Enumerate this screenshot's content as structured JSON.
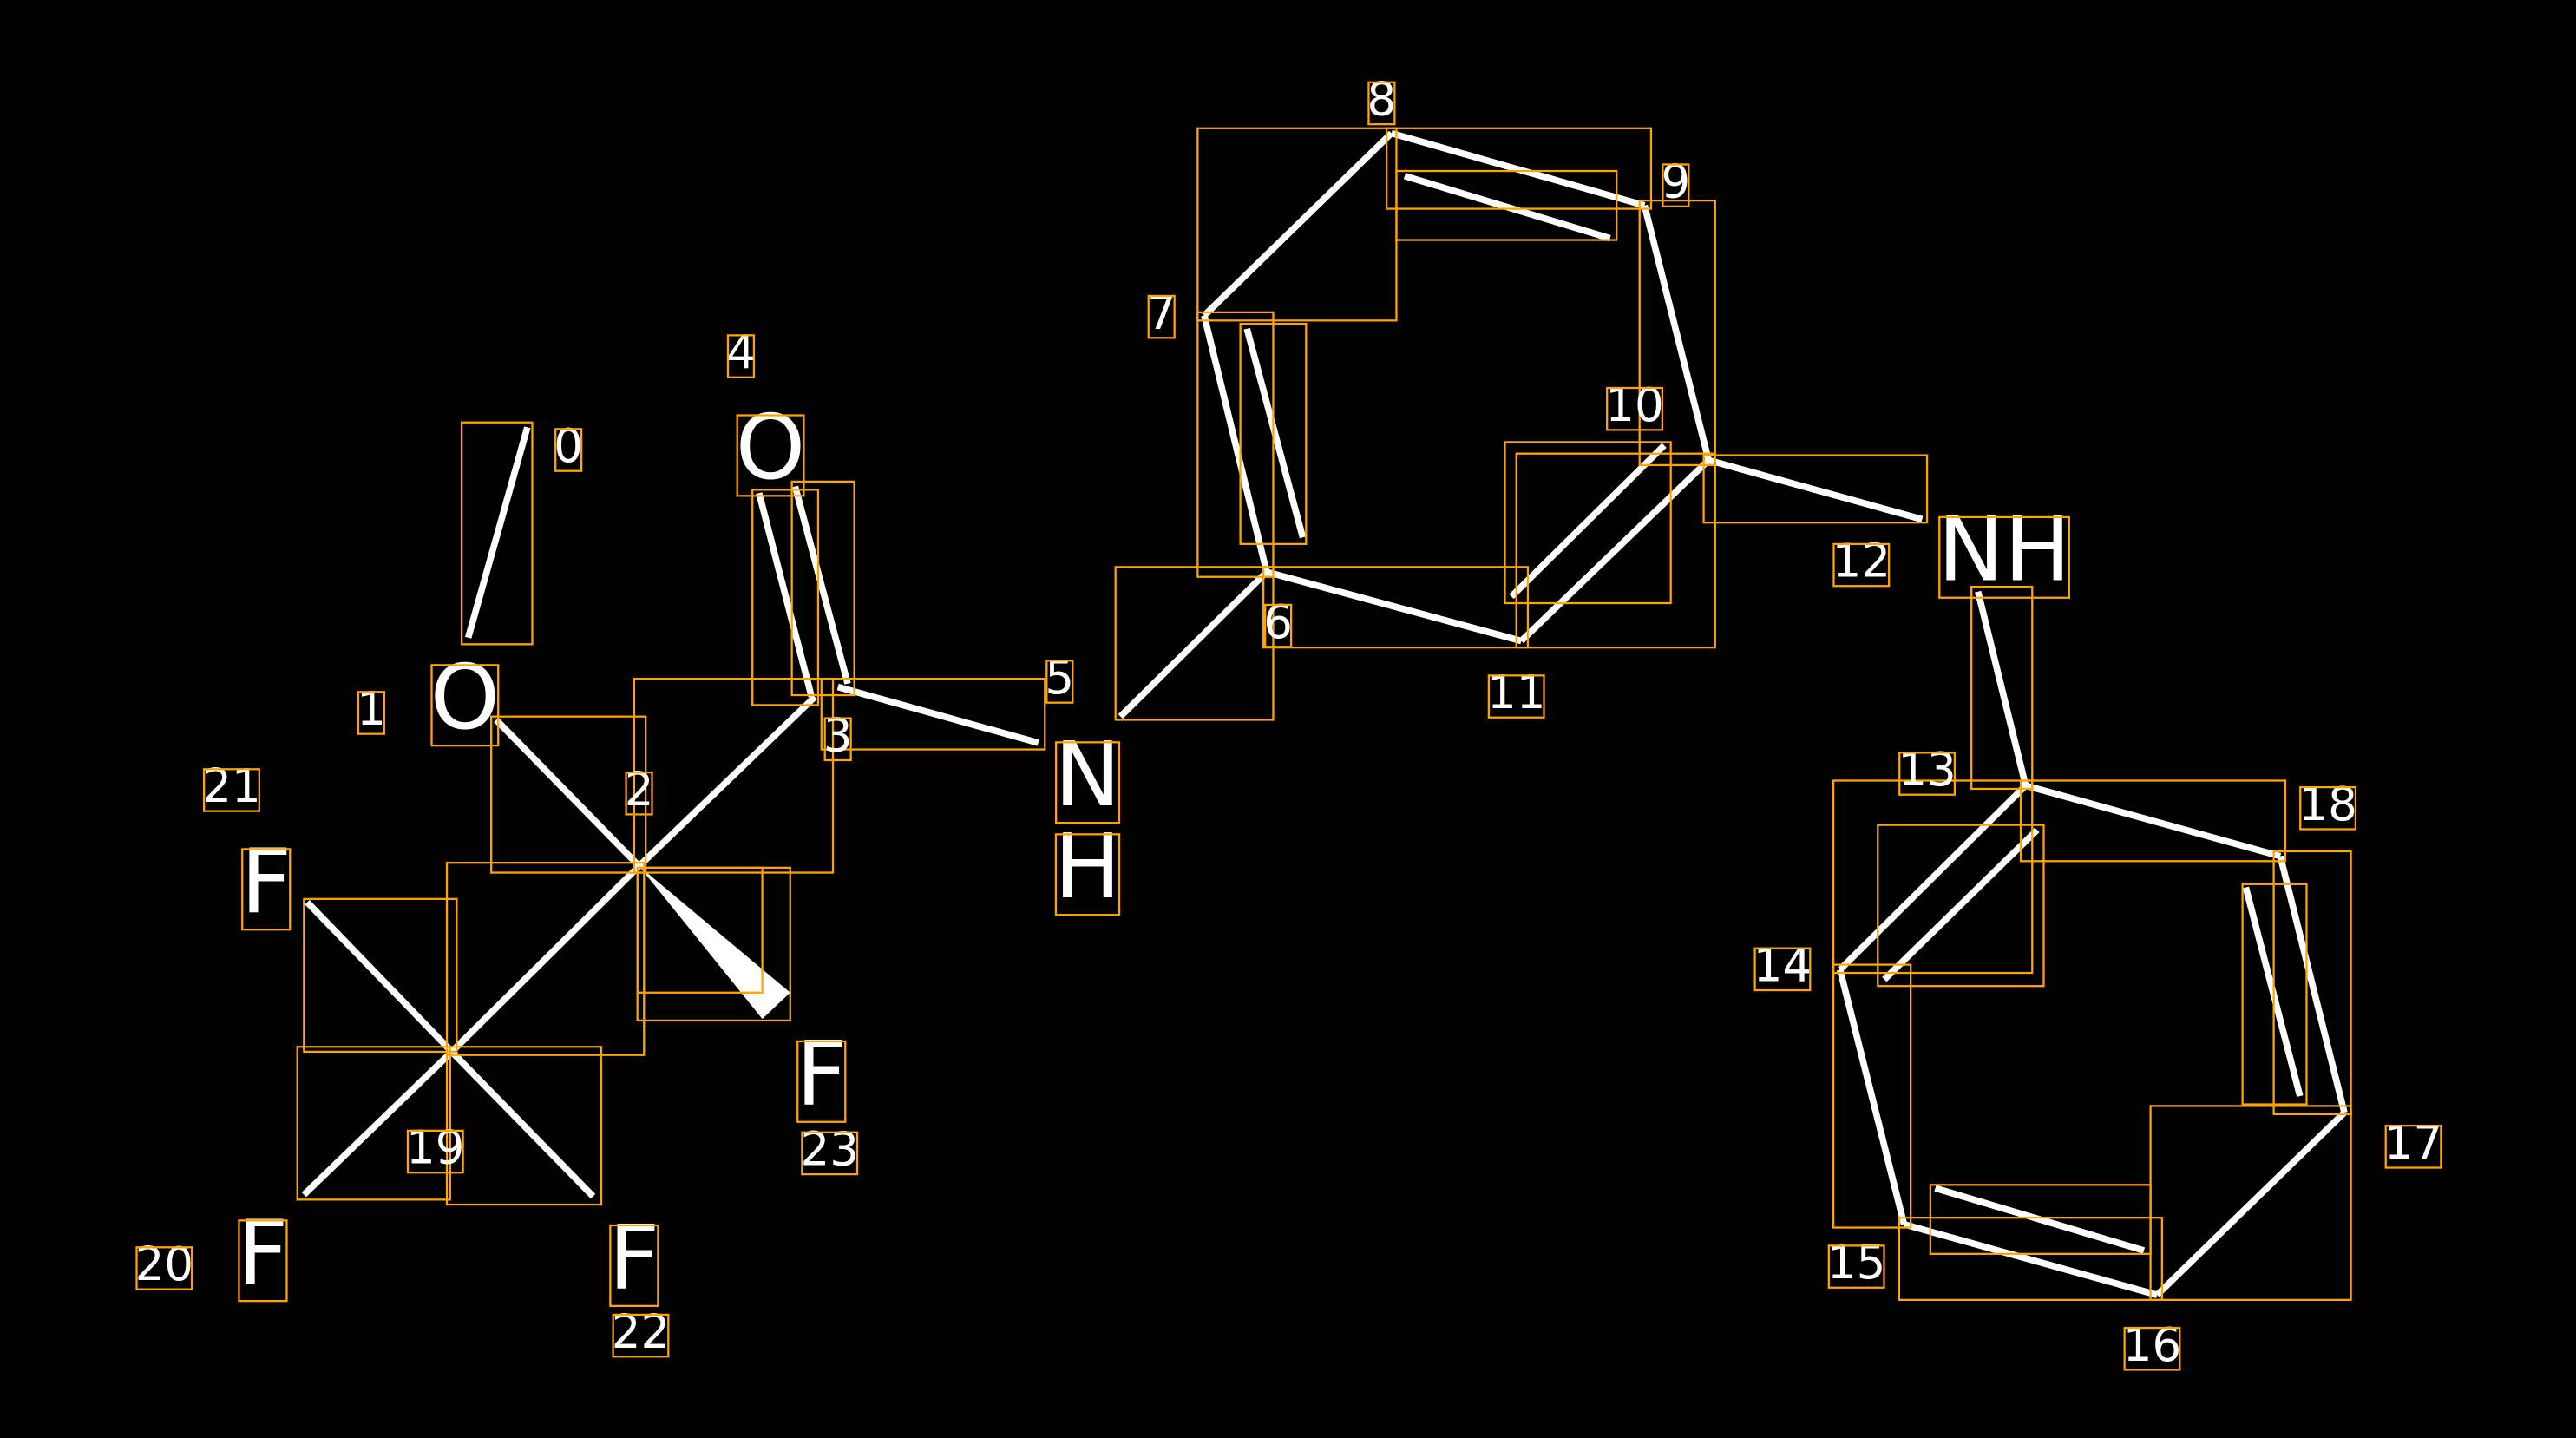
{
  "colors": {
    "background": "#000000",
    "bond": "#FFFFFF",
    "box": "#FFA500",
    "text": "#FFFFFF"
  },
  "atoms": {
    "o1": "O",
    "o4": "O",
    "n5": "N",
    "h5": "H",
    "nh12": "NH",
    "f21": "F",
    "f20": "F",
    "f22": "F",
    "f23": "F"
  },
  "indices": [
    "0",
    "1",
    "2",
    "3",
    "4",
    "5",
    "6",
    "7",
    "8",
    "9",
    "10",
    "11",
    "12",
    "13",
    "14",
    "15",
    "16",
    "17",
    "18",
    "19",
    "20",
    "21",
    "22",
    "23"
  ]
}
